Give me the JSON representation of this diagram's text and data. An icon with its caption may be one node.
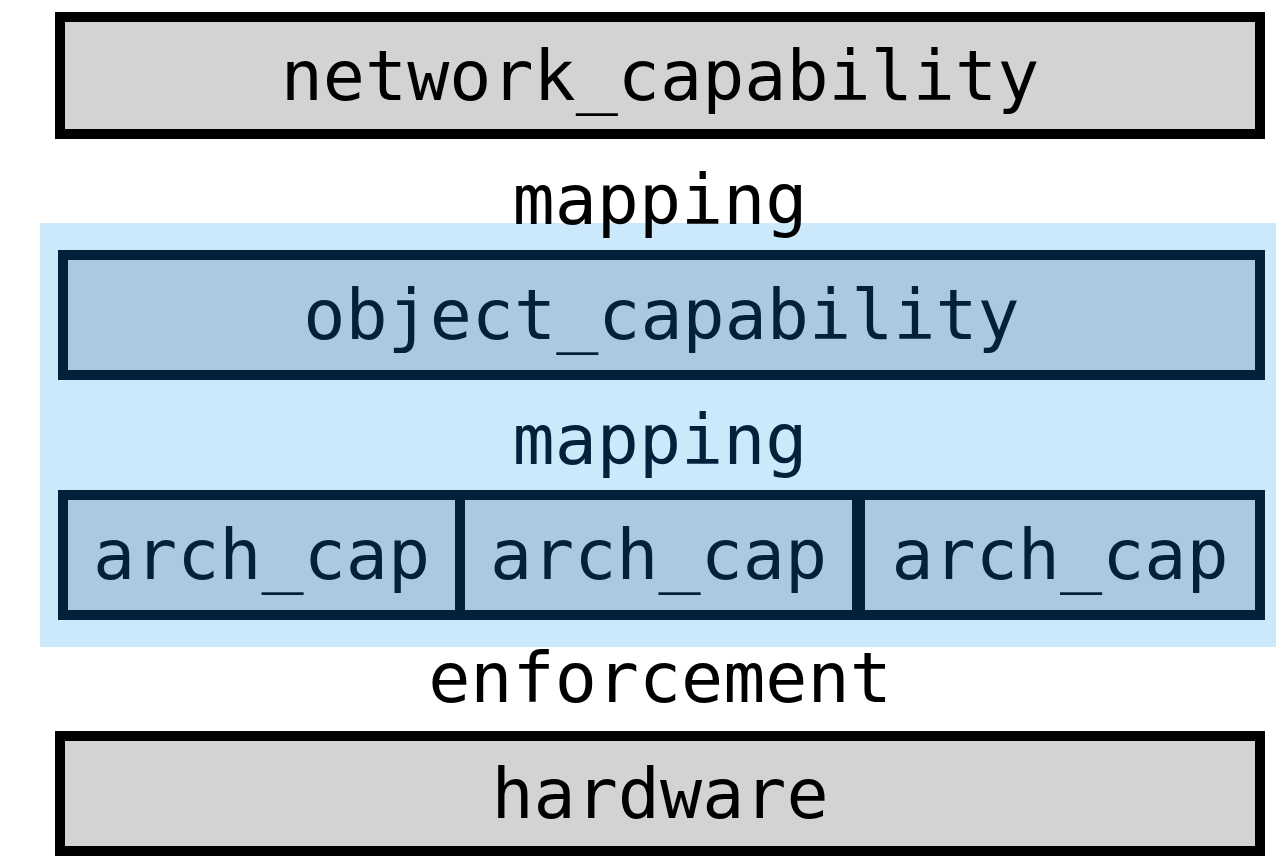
{
  "diagram": {
    "nodes": [
      {
        "text": [
          "network_capability"
        ]
      },
      {
        "text": [],
        "shape": "box"
      },
      {
        "text": [
          "object_capability"
        ],
        "in": 1
      },
      {
        "text": [
          "arch_cap"
        ],
        "in": 1
      },
      {
        "text": [
          "arch_cap"
        ],
        "in": 1
      },
      {
        "text": [
          "arch_cap"
        ],
        "in": 1
      },
      {
        "text": [
          "hardware"
        ]
      }
    ],
    "labels": [
      "mapping",
      "mapping",
      "enforcement"
    ]
  }
}
